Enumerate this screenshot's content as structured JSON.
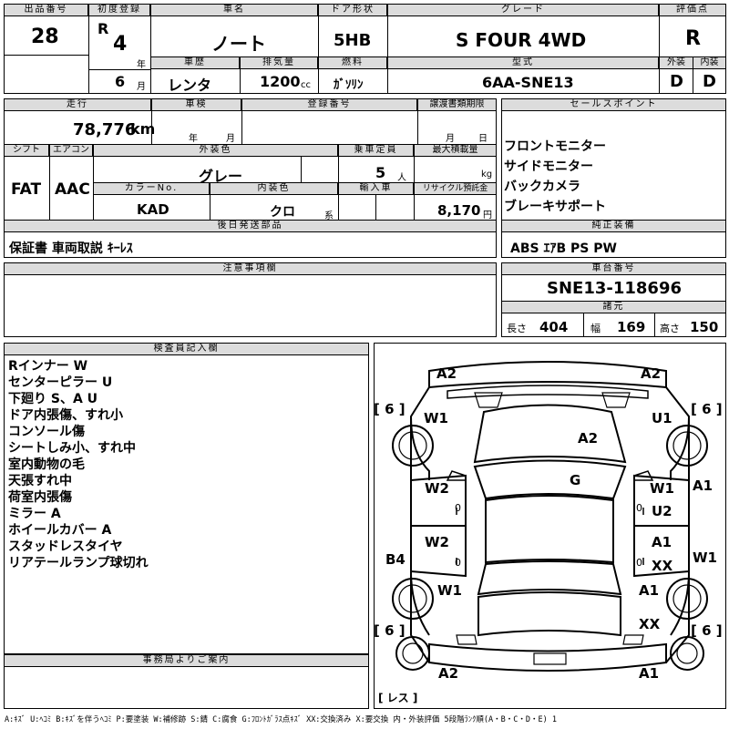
{
  "header": {
    "lot_label": "出品番号",
    "lot": "28",
    "first_reg_label": "初度登録",
    "era": "R",
    "year": "4",
    "year_unit": "年",
    "month": "6",
    "month_unit": "月",
    "car_name_label": "車名",
    "car_name": "ノート",
    "door_label": "ドア形状",
    "door": "5HB",
    "grade_label": "グレード",
    "grade": "S FOUR 4WD",
    "score_label": "評価点",
    "score": "R",
    "history_label": "車歴",
    "history": "レンタ",
    "displacement_label": "排気量",
    "displacement": "1200",
    "displacement_unit": "cc",
    "fuel_label": "燃料",
    "fuel": "ｶﾞｿﾘﾝ",
    "model_label": "型式",
    "model": "6AA-SNE13",
    "exterior_label": "外装",
    "exterior": "D",
    "interior_label": "内装",
    "interior": "D"
  },
  "row2": {
    "mileage_label": "走行",
    "mileage": "78,776",
    "mileage_unit": "km",
    "inspection_label": "車検",
    "inspection_year_unit": "年",
    "inspection_month_unit": "月",
    "plate_label": "登録番号",
    "transfer_label": "譲渡書類期限",
    "transfer_month_unit": "月",
    "transfer_day_unit": "日",
    "shift_label": "シフト",
    "shift": "FAT",
    "ac_label": "エアコン",
    "ac": "AAC",
    "color_label": "外装色",
    "color": "グレー",
    "capacity_label": "乗車定員",
    "capacity": "5",
    "capacity_unit": "人",
    "load_label": "最大積載量",
    "load_unit": "kg",
    "color_no_label": "カラーNo.",
    "color_no": "KAD",
    "interior_color_label": "内装色",
    "interior_color": "クロ",
    "interior_color_unit": "系",
    "import_label": "輸入車",
    "recycle_label": "リサイクル預託金",
    "recycle": "8,170",
    "recycle_unit": "円",
    "later_label": "後日発送部品",
    "later": "保証書 車両取説 ｷｰﾚｽ"
  },
  "sales": {
    "label": "セールスポイント",
    "items": [
      "フロントモニター",
      "サイドモニター",
      "バックカメラ",
      "ブレーキサポート"
    ]
  },
  "equipment": {
    "label": "純正装備",
    "value": "ABS ｴｱB PS PW"
  },
  "notes": {
    "label": "注意事項欄"
  },
  "chassis": {
    "label": "車台番号",
    "value": "SNE13-118696"
  },
  "dims": {
    "label": "諸元",
    "length_label": "長さ",
    "length": "404",
    "width_label": "幅",
    "width": "169",
    "height_label": "高さ",
    "height": "150"
  },
  "inspector": {
    "label": "検査員記入欄",
    "items": [
      "Rインナー W",
      "センターピラー U",
      "下廻り S、A U",
      "ドア内張傷、すれ小",
      "コンソール傷",
      "シートしみ小、すれ中",
      "室内動物の毛",
      "天張すれ中",
      "荷室内張傷",
      "ミラー A",
      "ホイールカバー A",
      "スタッドレスタイヤ",
      "リアテールランプ球切れ"
    ]
  },
  "office": {
    "label": "事務局よりご案内"
  },
  "diagram": {
    "marks": {
      "fl_a2": "A2",
      "fr_a2": "A2",
      "tire_fl": "[ 6 ]",
      "tire_fr": "[ 6 ]",
      "tire_rl": "[ 6 ]",
      "tire_rr": "[ 6 ]",
      "fl_w1": "W1",
      "fr_u1": "U1",
      "hood_a2": "A2",
      "roof_g": "G",
      "ld_w2_front": "W2",
      "ld_w2_rear": "W2",
      "ld_0a": "0",
      "ld_0b": "0",
      "rd_w1_front": "W1",
      "rd_u2": "U2",
      "rd_a1": "A1",
      "rd_xx": "XX",
      "rd_0a": "0",
      "rd_0b": "0",
      "r_side_a1": "A1",
      "r_side_w1": "W1",
      "l_side_b4": "B4",
      "rl_w1": "W1",
      "rr_a1": "A1",
      "rr_xx": "XX",
      "rear_a2": "A2",
      "rear_a1": "A1",
      "less": "[ レス ]"
    }
  },
  "legend": "A:ｷｽﾞ U:ﾍｺﾐ B:ｷｽﾞを伴うﾍｺﾐ P:要塗装 W:補修跡 S:錆 C:腐食 G:ﾌﾛﾝﾄｶﾞﾗｽ点ｷｽﾞ XX:交換済み X:要交換 内・外装評価 5段階ﾗﾝｸ順(A・B・C・D・E) 1"
}
